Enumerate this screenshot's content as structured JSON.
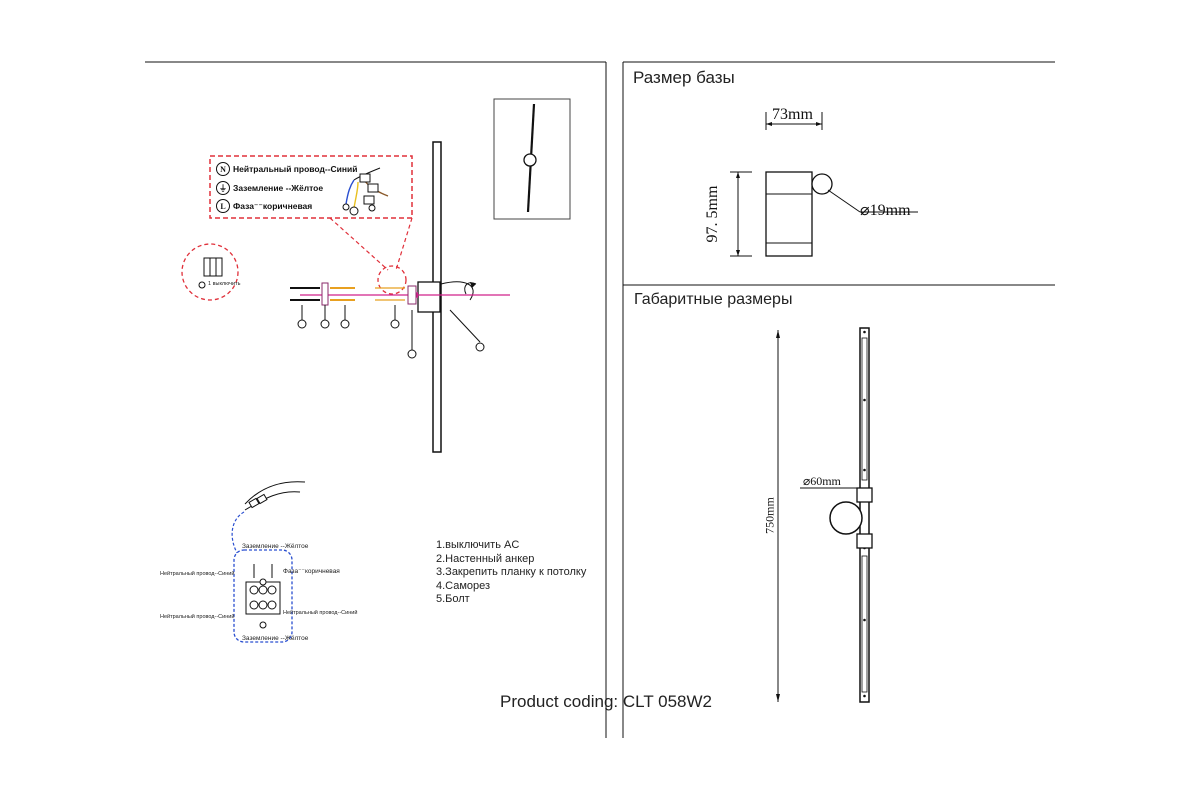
{
  "sections": {
    "base_size_title": "Размер базы",
    "overall_title": "Габаритные размеры"
  },
  "base_dims": {
    "width": "73mm",
    "height": "97. 5mm",
    "diameter": "⌀19mm"
  },
  "overall_dims": {
    "length": "750mm",
    "diameter": "⌀60mm"
  },
  "legend": {
    "neutral": {
      "symbol": "N",
      "text": "Нейтральный провод--Синий"
    },
    "ground": {
      "symbol": "⏚",
      "text": "Заземление --Жёлтое"
    },
    "phase": {
      "symbol": "L",
      "text": "Фаза⁻⁻коричневая"
    }
  },
  "terminal_labels": {
    "ground_top": "Заземление --Жёлтое",
    "neutral_left": "Нейтральный провод--Синий",
    "phase_right": "Фаза⁻⁻коричневая",
    "neutral_left2": "Нейтральный провод--Синий",
    "neutral_right": "Нейтральный провод--Синий",
    "ground_bottom": "Заземление --Жёлтое"
  },
  "small_badge_text": "1 выключить",
  "steps": [
    "1.выключить AC",
    "2.Настенный   анкер",
    "3.Закрепить планку  к  потолку",
    "4.Саморез",
    "5.Болт"
  ],
  "product_coding": "Product coding: CLT 058W2",
  "colors": {
    "callout_red": "#e0303a",
    "wire_blue": "#2a4fd0",
    "wire_yellow": "#e8c020",
    "wire_brown": "#8a5a2b",
    "arrow_magenta": "#d0208a",
    "line": "#111111"
  }
}
